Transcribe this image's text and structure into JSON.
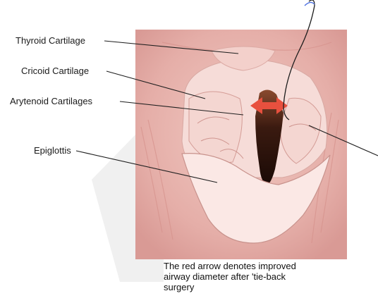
{
  "labels": {
    "thyroid": "Thyroid Cartilage",
    "cricoid": "Cricoid Cartilage",
    "arytenoid": "Arytenoid Cartilages",
    "epiglottis": "Epiglottis"
  },
  "caption": {
    "line1": "The red arrow denotes improved",
    "line2": "airway diameter after 'tie-back",
    "line3": "surgery"
  },
  "colors": {
    "tissue": "#e8b4ae",
    "tissue_dark": "#c98a86",
    "cartilage": "#f6dcd8",
    "airway": "#3a1a10",
    "arrow": "#e8503e",
    "suture": "#1c1c1c",
    "suture_tip": "#4a6ee0",
    "leader": "#1f1f1f"
  }
}
